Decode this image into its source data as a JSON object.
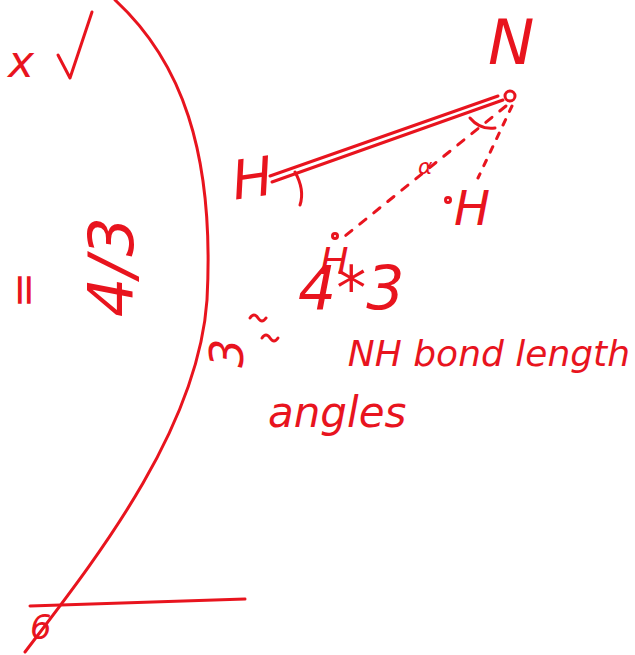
{
  "diagram": {
    "labels": [
      "x",
      "N",
      "H",
      "H",
      "H",
      "α",
      "=",
      "4/3",
      "4*3",
      "3",
      "NH bond length",
      "angles",
      "6"
    ]
  }
}
